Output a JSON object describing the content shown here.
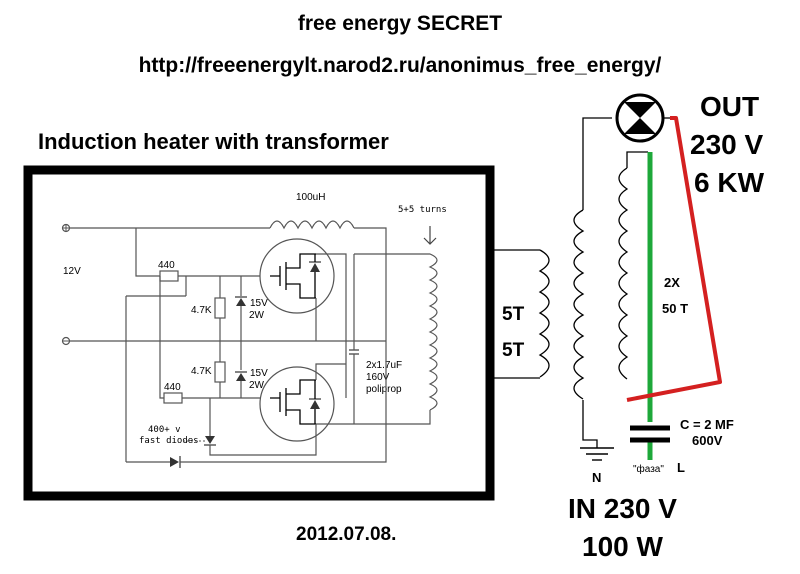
{
  "header": {
    "title": "free energy SECRET",
    "url": "http://freeenergylt.narod2.ru/anonimus_free_energy/"
  },
  "heater": {
    "title": "Induction heater with transformer",
    "inductor": "100uH",
    "turns": "5+5 turns",
    "supply": "12V",
    "r_top": "440",
    "r_bottom": "440",
    "r_gate_top": "4.7K",
    "r_gate_bottom": "4.7K",
    "zener_top_v": "15V",
    "zener_top_w": "2W",
    "zener_bottom_v": "15V",
    "zener_bottom_w": "2W",
    "cap_value": "2x1.7uF",
    "cap_voltage": "160V",
    "cap_type": "poliprop",
    "diodes_line1": "400+ v",
    "diodes_line2": "fast diodes"
  },
  "coupling": {
    "turns_top": "5T",
    "turns_bottom": "5T"
  },
  "output": {
    "label": "OUT",
    "voltage": "230 V",
    "power": "6 KW"
  },
  "transformer": {
    "multiplier": "2X",
    "turns": "50 T"
  },
  "input": {
    "cap_label": "C = 2 MF",
    "cap_voltage": "600V",
    "neutral": "N",
    "phase": "\"фаза\"",
    "line": "L",
    "voltage": "IN 230 V",
    "power": "100 W"
  },
  "date": "2012.07.08.",
  "colors": {
    "frame": "#000000",
    "wire": "#555555",
    "red_link": "#d42020",
    "green_core": "#1ea83a"
  }
}
